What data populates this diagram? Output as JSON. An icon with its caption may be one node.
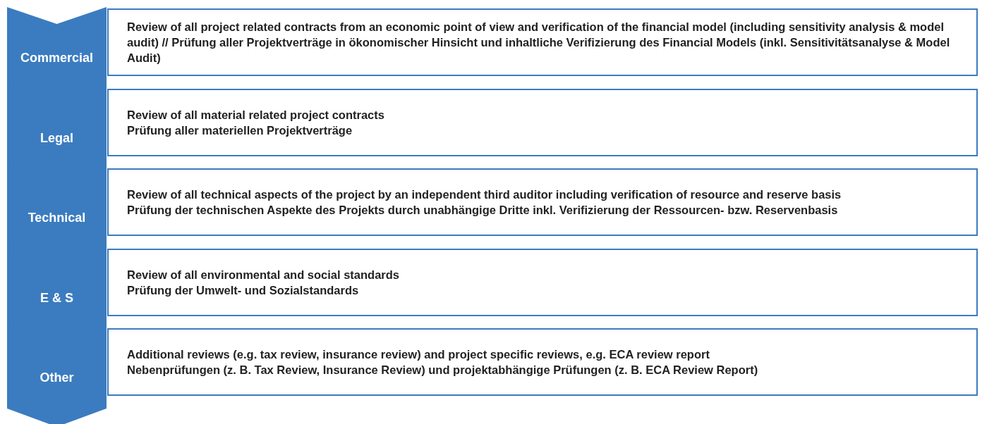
{
  "diagram": {
    "nodes": [
      {
        "text": [
          "Commercial"
        ]
      },
      {
        "text": [
          "Review of all project related contracts from an economic point of view and verification of the financial model (including sensitivity analysis & model audit) // Prüfung aller Projektverträge in ökonomischer Hinsicht und inhaltliche Verifizierung des Financial Models (inkl. Sensitivitätsanalyse & Model Audit)"
        ]
      },
      {
        "text": [
          "Legal"
        ]
      },
      {
        "text": [
          "Review of all material related project contracts",
          "Prüfung aller materiellen Projektverträge"
        ]
      },
      {
        "text": [
          "Technical"
        ]
      },
      {
        "text": [
          "Review of all technical aspects of the project by an independent third auditor including verification of resource and reserve basis",
          "Prüfung der technischen Aspekte des Projekts durch unabhängige Dritte inkl. Verifizierung der Ressourcen- bzw. Reservenbasis"
        ]
      },
      {
        "text": [
          "E & S"
        ]
      },
      {
        "text": [
          "Review of all environmental and social standards",
          "Prüfung der Umwelt- und Sozialstandards"
        ]
      },
      {
        "text": [
          "Other"
        ]
      },
      {
        "text": [
          "Additional reviews (e.g. tax review, insurance review) and project specific reviews, e.g. ECA review report",
          "Nebenprüfungen (z. B. Tax Review, Insurance Review) und projektabhängige Prüfungen (z. B. ECA Review Report)"
        ]
      }
    ],
    "edges": []
  }
}
